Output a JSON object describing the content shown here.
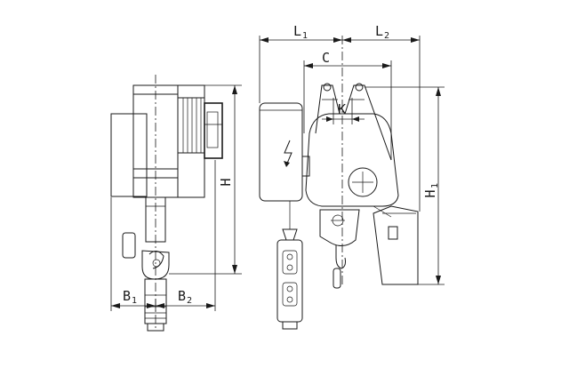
{
  "drawing": {
    "labels": {
      "L1": "L",
      "L1_sub": "1",
      "L2": "L",
      "L2_sub": "2",
      "C": "C",
      "K": "K",
      "H": "H",
      "H1": "H",
      "H1_sub": "1",
      "B1": "B",
      "B1_sub": "1",
      "B2": "B",
      "B2_sub": "2"
    },
    "colors": {
      "line": "#1a1a1a",
      "background": "#ffffff"
    }
  }
}
